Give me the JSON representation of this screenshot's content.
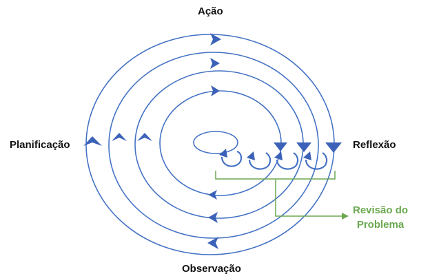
{
  "labels": {
    "top": "Ação",
    "left": "Planificação",
    "right": "Reflexão",
    "bottom": "Observação",
    "review_line1": "Revisão do",
    "review_line2": "Problema"
  },
  "colors": {
    "spiral": "#4472c4",
    "arrow": "#3b62b8",
    "review": "#6aa84f",
    "text": "#111111"
  }
}
